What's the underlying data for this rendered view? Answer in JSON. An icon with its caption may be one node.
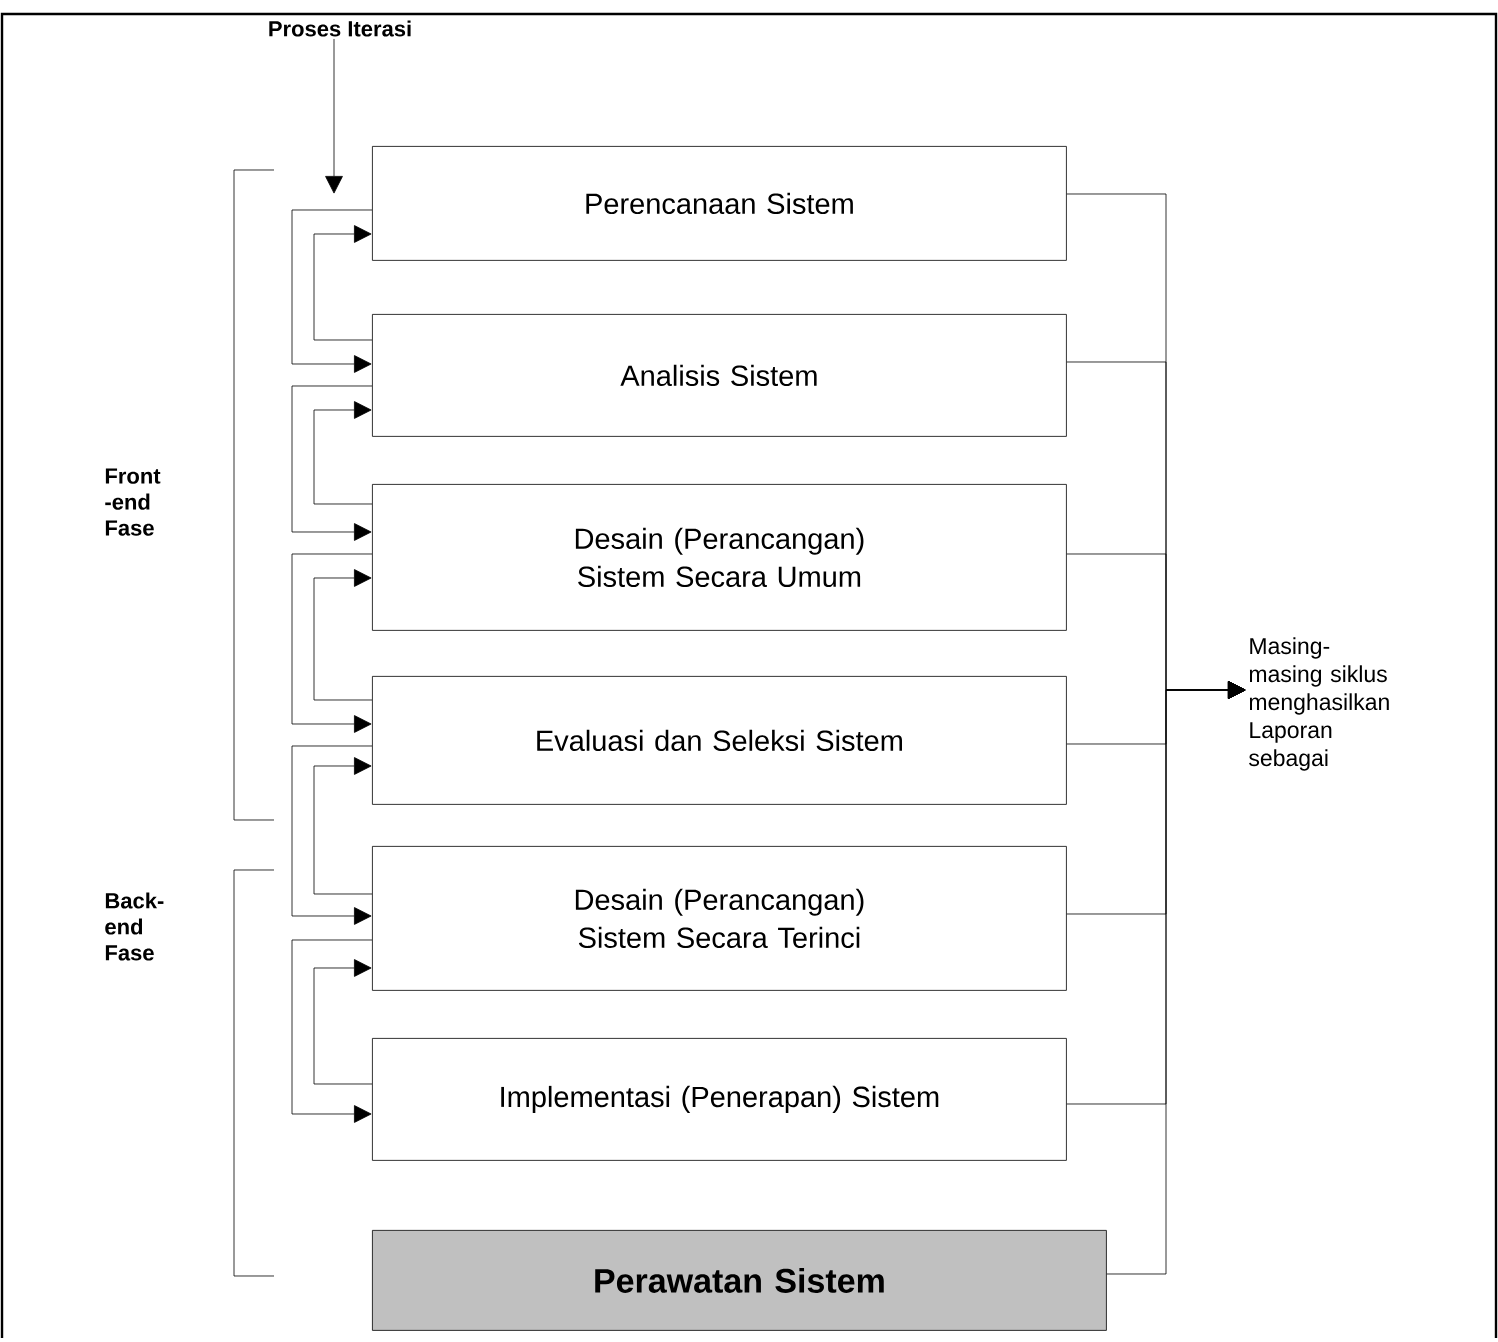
{
  "diagram": {
    "nodes": [
      {
        "text": [
          "Perencanaan Sistem"
        ]
      },
      {
        "text": [
          "Analisis Sistem"
        ]
      },
      {
        "text": [
          "Desain (Perancangan) Sistem Secara Umum"
        ]
      },
      {
        "text": [
          "Evaluasi dan Seleksi Sistem"
        ]
      },
      {
        "text": [
          "Desain (Perancangan) Sistem Secara Terinci"
        ]
      },
      {
        "text": [
          "Implementasi (Penerapan) Sistem"
        ]
      },
      {
        "text": [
          "Perawatan Sistem"
        ]
      },
      {
        "text": [
          "Proses Iterasi"
        ]
      },
      {
        "text": [
          "Masing-masing siklus menghasilkan Laporan sebagai"
        ]
      }
    ],
    "edges": [
      {
        "from": 0,
        "to": 1,
        "arrow": "to"
      },
      {
        "from": 1,
        "to": 0,
        "arrow": "to"
      },
      {
        "from": 1,
        "to": 2,
        "arrow": "to"
      },
      {
        "from": 2,
        "to": 1,
        "arrow": "to"
      },
      {
        "from": 2,
        "to": 3,
        "arrow": "to"
      },
      {
        "from": 3,
        "to": 2,
        "arrow": "to"
      },
      {
        "from": 3,
        "to": 4,
        "arrow": "to"
      },
      {
        "from": 4,
        "to": 3,
        "arrow": "to"
      },
      {
        "from": 4,
        "to": 5,
        "arrow": "to"
      },
      {
        "from": 5,
        "to": 4,
        "arrow": "to"
      },
      {
        "from": 0,
        "to": 8,
        "arrow": "to"
      },
      {
        "from": 1,
        "to": 8,
        "arrow": "to"
      },
      {
        "from": 2,
        "to": 8,
        "arrow": "to"
      },
      {
        "from": 3,
        "to": 8,
        "arrow": "to"
      },
      {
        "from": 4,
        "to": 8,
        "arrow": "to"
      },
      {
        "from": 5,
        "to": 8,
        "arrow": "to"
      },
      {
        "from": 6,
        "to": 8,
        "arrow": "to"
      },
      {
        "from": 7,
        "to": null,
        "arrow": "to"
      }
    ],
    "labels": [
      "Front -end Fase",
      "Back- end Fase"
    ]
  }
}
